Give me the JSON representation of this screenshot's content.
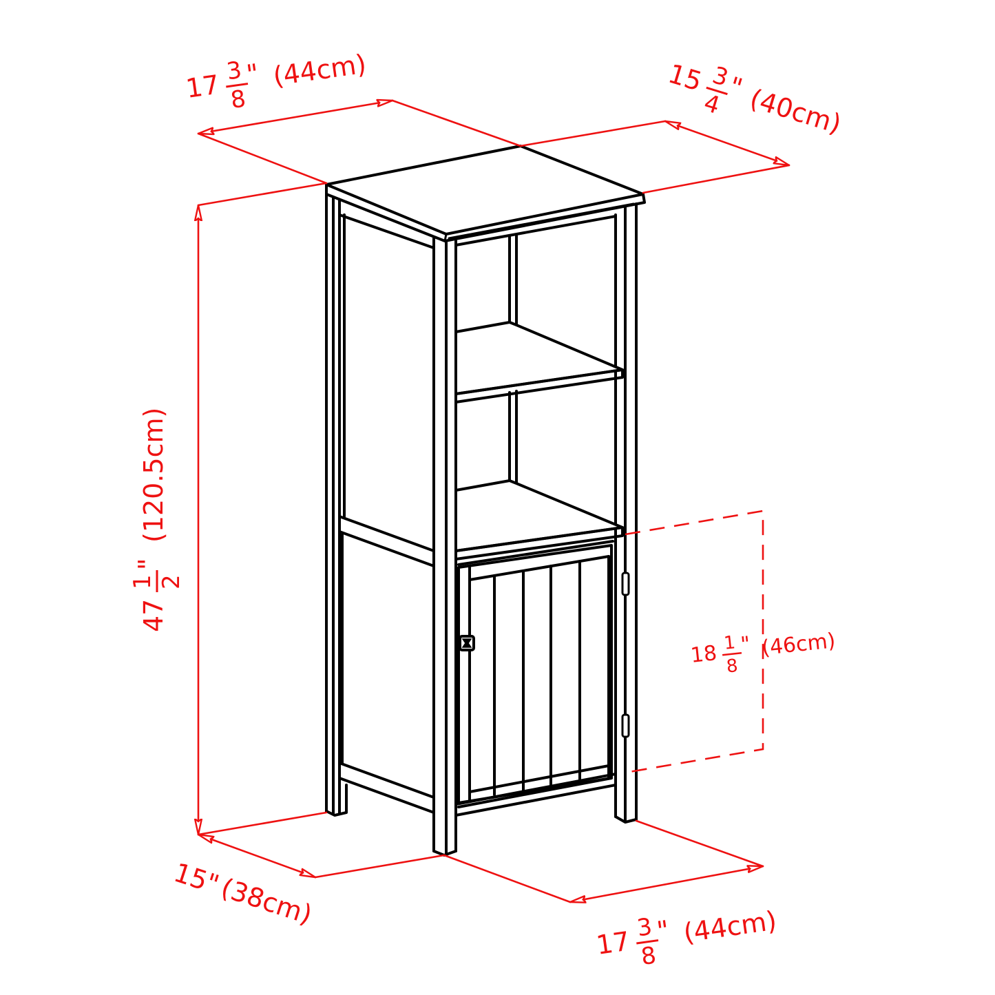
{
  "diagram": {
    "subject": "Storage cabinet with open shelves and single door",
    "line_color": "#000000",
    "dimension_color": "#ee1111",
    "background": "#ffffff"
  },
  "dimensions": {
    "top_width": {
      "whole": "17",
      "num": "3",
      "den": "8",
      "unit_mark": "\"",
      "metric": "(44cm)"
    },
    "top_depth": {
      "whole": "15",
      "num": "3",
      "den": "4",
      "unit_mark": "\"",
      "metric": "(40cm)"
    },
    "height": {
      "whole": "47",
      "num": "1",
      "den": "2",
      "unit_mark": "\"",
      "metric": "(120.5cm)"
    },
    "door_height": {
      "whole": "18",
      "num": "1",
      "den": "8",
      "unit_mark": "\"",
      "metric": "(46cm)"
    },
    "base_depth": {
      "text": "15\"",
      "metric": "(38cm)"
    },
    "base_width": {
      "whole": "17",
      "num": "3",
      "den": "8",
      "unit_mark": "\"",
      "metric": "(44cm)"
    }
  }
}
